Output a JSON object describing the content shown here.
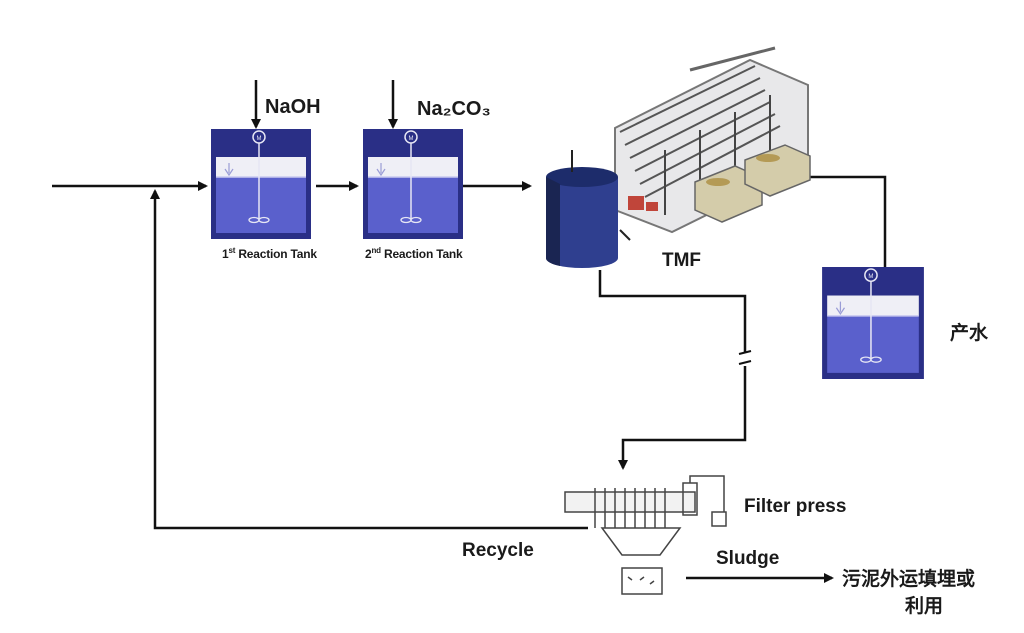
{
  "reagents": {
    "naoh": "NaOH",
    "na2co3": "Na₂CO₃"
  },
  "tanks": {
    "first": {
      "ordinal": "1",
      "suffix": "st",
      "label": " Reaction Tank"
    },
    "second": {
      "ordinal": "2",
      "suffix": "nd",
      "label": " Reaction Tank"
    }
  },
  "equipment": {
    "tmf": "TMF",
    "filter_press": "Filter press"
  },
  "outputs": {
    "product_water": "产水",
    "sludge": "Sludge",
    "recycle": "Recycle",
    "sludge_disposal_line1": "污泥外运填埋或",
    "sludge_disposal_line2": "利用"
  },
  "colors": {
    "tank_frame": "#2a2f86",
    "tank_fill": "#5a60cc",
    "tank_header": "#efeff6",
    "line": "#111111"
  }
}
